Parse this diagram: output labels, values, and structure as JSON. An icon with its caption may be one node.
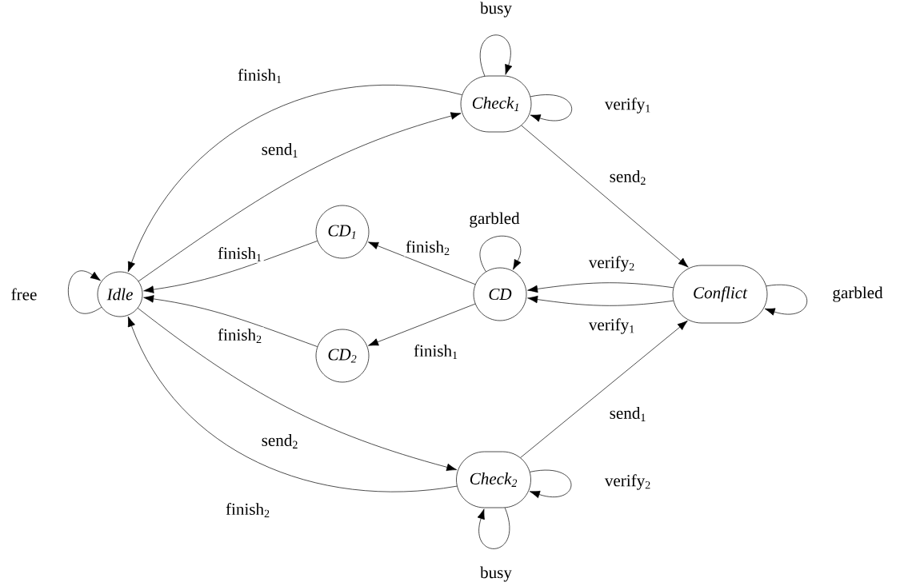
{
  "diagram": {
    "nodes": [
      {
        "text": [
          "Idle"
        ]
      },
      {
        "text": [
          "Check$_{1}$"
        ]
      },
      {
        "text": [
          "CD$_{1}$"
        ]
      },
      {
        "text": [
          "CD"
        ]
      },
      {
        "text": [
          "CD$_{2}$"
        ]
      },
      {
        "text": [
          "Conflict"
        ]
      },
      {
        "text": [
          "Check$_{2}$"
        ]
      }
    ],
    "edges": [
      {
        "from": 0,
        "to": 0,
        "arrow": "to",
        "label": "free"
      },
      {
        "from": 1,
        "to": 0,
        "arrow": "to",
        "label": "finish$_{1}$"
      },
      {
        "from": 0,
        "to": 1,
        "arrow": "to",
        "label": "send$_{1}$"
      },
      {
        "from": 1,
        "to": 1,
        "arrow": "to",
        "label": "busy"
      },
      {
        "from": 1,
        "to": 1,
        "arrow": "to",
        "label": "verify$_{1}$"
      },
      {
        "from": 1,
        "to": 5,
        "arrow": "to",
        "label": "send$_{2}$"
      },
      {
        "from": 3,
        "to": 3,
        "arrow": "to",
        "label": "garbled"
      },
      {
        "from": 3,
        "to": 2,
        "arrow": "to",
        "label": "finish$_{2}$"
      },
      {
        "from": 2,
        "to": 0,
        "arrow": "to",
        "label": "finish$_{1}$"
      },
      {
        "from": 5,
        "to": 3,
        "arrow": "to",
        "label": "verify$_{2}$"
      },
      {
        "from": 5,
        "to": 3,
        "arrow": "to",
        "label": "verify$_{1}$"
      },
      {
        "from": 5,
        "to": 5,
        "arrow": "to",
        "label": "garbled"
      },
      {
        "from": 4,
        "to": 0,
        "arrow": "to",
        "label": "finish$_{2}$"
      },
      {
        "from": 3,
        "to": 4,
        "arrow": "to",
        "label": "finish$_{1}$"
      },
      {
        "from": 6,
        "to": 5,
        "arrow": "to",
        "label": "send$_{1}$"
      },
      {
        "from": 0,
        "to": 6,
        "arrow": "to",
        "label": "send$_{2}$"
      },
      {
        "from": 6,
        "to": 6,
        "arrow": "to",
        "label": "verify$_{2}$"
      },
      {
        "from": 6,
        "to": 6,
        "arrow": "to",
        "label": "busy"
      },
      {
        "from": 6,
        "to": 0,
        "arrow": "to",
        "label": "finish$_{2}$"
      }
    ]
  }
}
